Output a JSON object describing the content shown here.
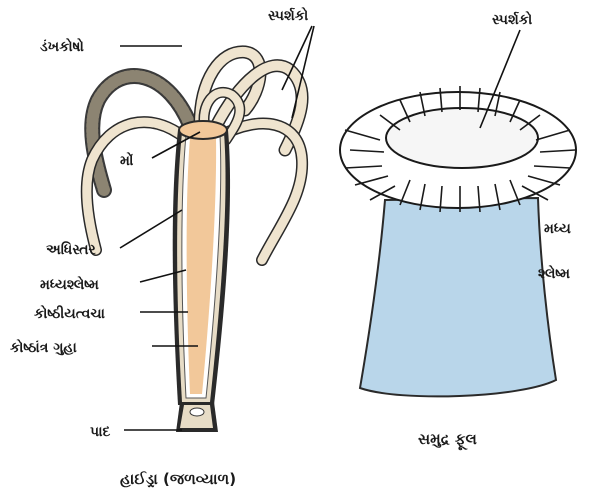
{
  "hydra": {
    "labels": {
      "nematocyst": "ડંખકોષો",
      "tentacles": "સ્પર્શકો",
      "mouth": "મોં",
      "epidermis": "અધિસ્તર",
      "mesoglea": "મધ્યશ્લેષ્મ",
      "gastrodermis": "કોષ્ઠીયત્વચા",
      "gastrovascular_cavity": "કોષ્ઠાંત્ર ગુહા",
      "foot": "પાદ"
    },
    "caption": "હાઈડ્રા (જળવ્યાળ)"
  },
  "sea_anemone": {
    "labels": {
      "tentacles": "સ્પર્શકો",
      "mesoglea_line1": "મધ્ય",
      "mesoglea_line2": "શ્લેષ્મ"
    },
    "caption": "સમુદ્ર ફૂલ"
  },
  "colors": {
    "body_fill": "#f2c89a",
    "tentacle_fill": "#efe4cf",
    "anemone_body": "#b9d6ea",
    "ink": "#1a1a1a"
  }
}
